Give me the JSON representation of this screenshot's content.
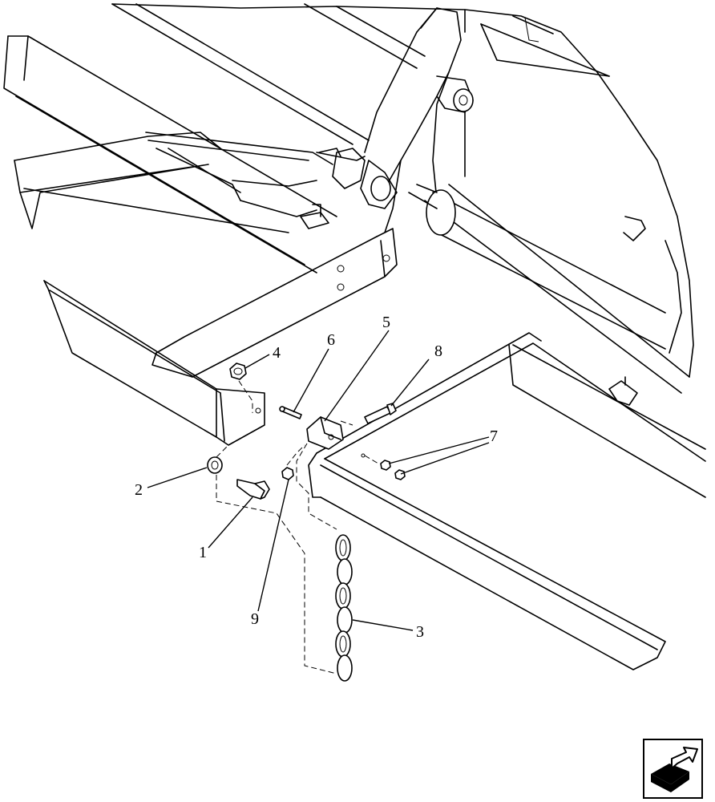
{
  "callouts": [
    {
      "id": "1",
      "label": "1"
    },
    {
      "id": "2",
      "label": "2"
    },
    {
      "id": "3",
      "label": "3"
    },
    {
      "id": "4",
      "label": "4"
    },
    {
      "id": "5",
      "label": "5"
    },
    {
      "id": "6",
      "label": "6"
    },
    {
      "id": "7",
      "label": "7"
    },
    {
      "id": "8",
      "label": "8"
    },
    {
      "id": "9",
      "label": "9"
    }
  ],
  "nav_icon": "page-turn-arrow-icon"
}
